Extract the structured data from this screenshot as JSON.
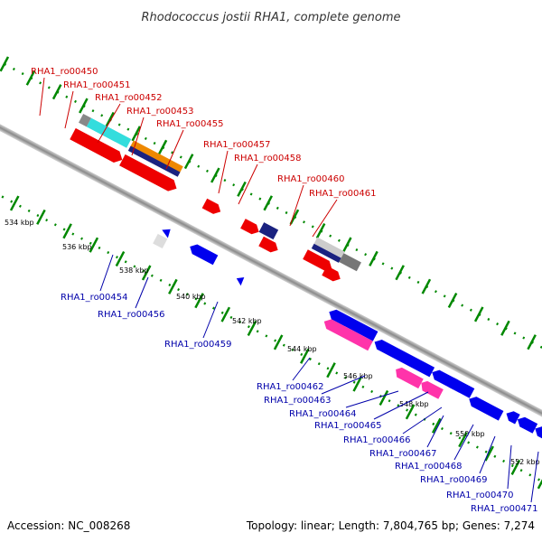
{
  "title": "Rhodococcus jostii RHA1, complete genome",
  "accession": "Accession: NC_008268",
  "summary": "Topology: linear; Length: 7,804,765 bp; Genes: 7,274",
  "colors": {
    "forward_label": "#cc0000",
    "reverse_label": "#0000aa",
    "backbone": "#999999",
    "tick": "#008800"
  },
  "ticks": [
    {
      "label": "534 kbp"
    },
    {
      "label": "536 kbp"
    },
    {
      "label": "538 kbp"
    },
    {
      "label": "540 kbp"
    },
    {
      "label": "542 kbp"
    },
    {
      "label": "544 kbp"
    },
    {
      "label": "546 kbp"
    },
    {
      "label": "548 kbp"
    },
    {
      "label": "550 kbp"
    },
    {
      "label": "552 kbp"
    }
  ],
  "forward_genes": [
    {
      "id": "RHA1_ro00450"
    },
    {
      "id": "RHA1_ro00451"
    },
    {
      "id": "RHA1_ro00452"
    },
    {
      "id": "RHA1_ro00453"
    },
    {
      "id": "RHA1_ro00455"
    },
    {
      "id": "RHA1_ro00457"
    },
    {
      "id": "RHA1_ro00458"
    },
    {
      "id": "RHA1_ro00460"
    },
    {
      "id": "RHA1_ro00461"
    }
  ],
  "reverse_genes": [
    {
      "id": "RHA1_ro00454"
    },
    {
      "id": "RHA1_ro00456"
    },
    {
      "id": "RHA1_ro00459"
    },
    {
      "id": "RHA1_ro00462"
    },
    {
      "id": "RHA1_ro00463"
    },
    {
      "id": "RHA1_ro00464"
    },
    {
      "id": "RHA1_ro00465"
    },
    {
      "id": "RHA1_ro00466"
    },
    {
      "id": "RHA1_ro00467"
    },
    {
      "id": "RHA1_ro00468"
    },
    {
      "id": "RHA1_ro00469"
    },
    {
      "id": "RHA1_ro00470"
    },
    {
      "id": "RHA1_ro00471"
    }
  ]
}
